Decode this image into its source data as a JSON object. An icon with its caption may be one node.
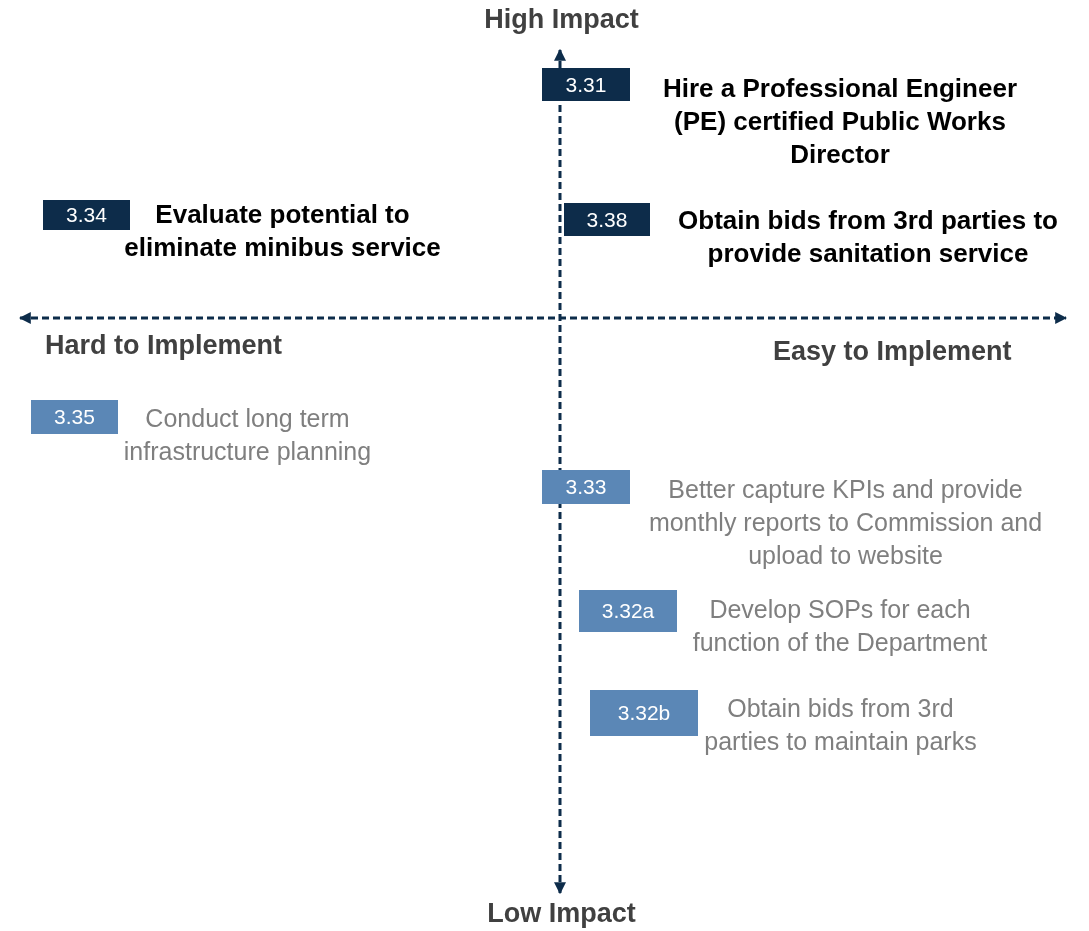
{
  "diagram": {
    "nodes": [
      {
        "text": [
          "3.31"
        ],
        "beside": [
          "Hire a Professional Engineer (PE) certified Public Works Director"
        ]
      },
      {
        "text": [
          "3.34"
        ],
        "beside": [
          "Evaluate potential to eliminate minibus service"
        ]
      },
      {
        "text": [
          "3.38"
        ],
        "beside": [
          "Obtain bids from 3rd parties to provide sanitation service"
        ]
      },
      {
        "text": [
          "3.35"
        ],
        "beside": [
          "Conduct long term infrastructure planning"
        ]
      },
      {
        "text": [
          "3.33"
        ],
        "beside": [
          "Better capture KPIs and provide monthly reports to Commission and upload to website"
        ]
      },
      {
        "text": [
          "3.32a"
        ],
        "beside": [
          "Develop SOPs for each function of the Department"
        ]
      },
      {
        "text": [
          "3.32b"
        ],
        "beside": [
          "Obtain bids from 3rd parties to maintain parks"
        ]
      }
    ],
    "labels": [
      "High Impact",
      "Hard to Implement",
      "Easy to Implement",
      "Low Impact"
    ]
  }
}
